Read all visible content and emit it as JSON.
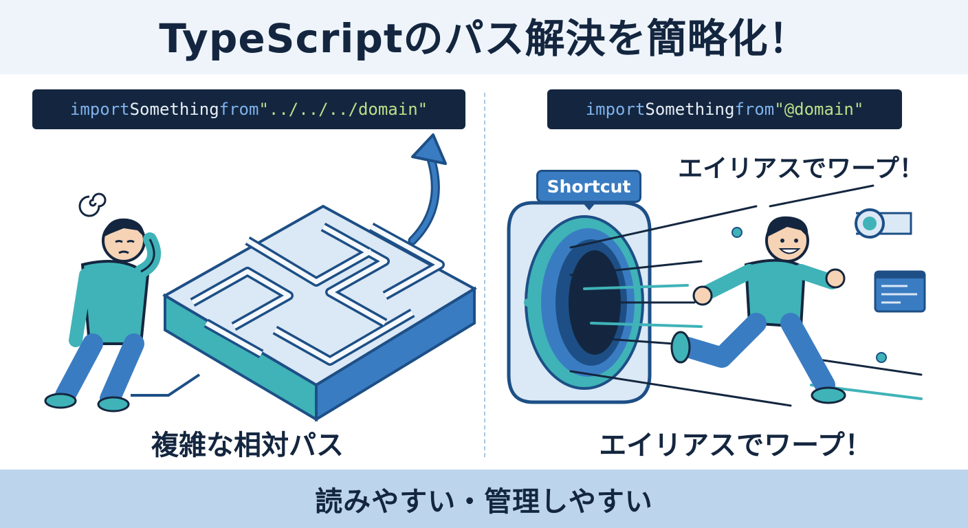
{
  "title": "TypeScriptのパス解決を簡略化！",
  "left": {
    "code": {
      "kw1": "import",
      "ident": "Something",
      "kw2": "from",
      "path": "\"../../../domain\""
    },
    "caption": "複雑な相対パス"
  },
  "right": {
    "code": {
      "kw1": "import",
      "ident": "Something",
      "kw2": "from",
      "path": "\"@domain\""
    },
    "badge": "Shortcut",
    "warp_label": "エイリアスでワープ！",
    "caption": "エイリアスでワープ！"
  },
  "footer": "読みやすい・管理しやすい",
  "colors": {
    "navy": "#14263f",
    "teal": "#3fb3b8",
    "blue": "#3a7cc2",
    "light_blue": "#bcd4ec",
    "code_string": "#b9e08a",
    "code_keyword": "#7fb2ec"
  }
}
